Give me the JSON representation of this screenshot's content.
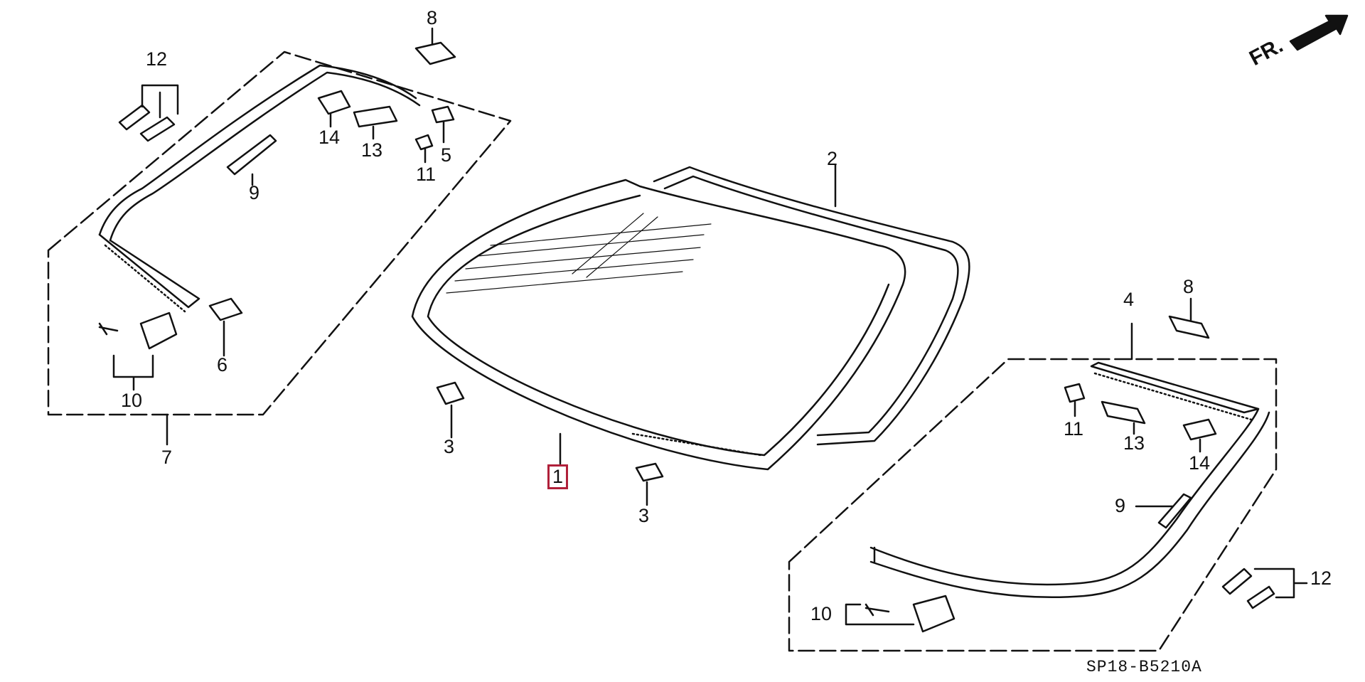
{
  "diagram": {
    "code": "SP18-B5210A",
    "direction_label": "FR.",
    "callouts": {
      "c1": "1",
      "c2": "2",
      "c3a": "3",
      "c3b": "3",
      "c4": "4",
      "c5": "5",
      "c6": "6",
      "c7": "7",
      "c8a": "8",
      "c8b": "8",
      "c9a": "9",
      "c9b": "9",
      "c10a": "10",
      "c10b": "10",
      "c11a": "11",
      "c11b": "11",
      "c12a": "12",
      "c12b": "12",
      "c13a": "13",
      "c13b": "13",
      "c14a": "14",
      "c14b": "14"
    },
    "highlight_color": "#b0203a"
  }
}
